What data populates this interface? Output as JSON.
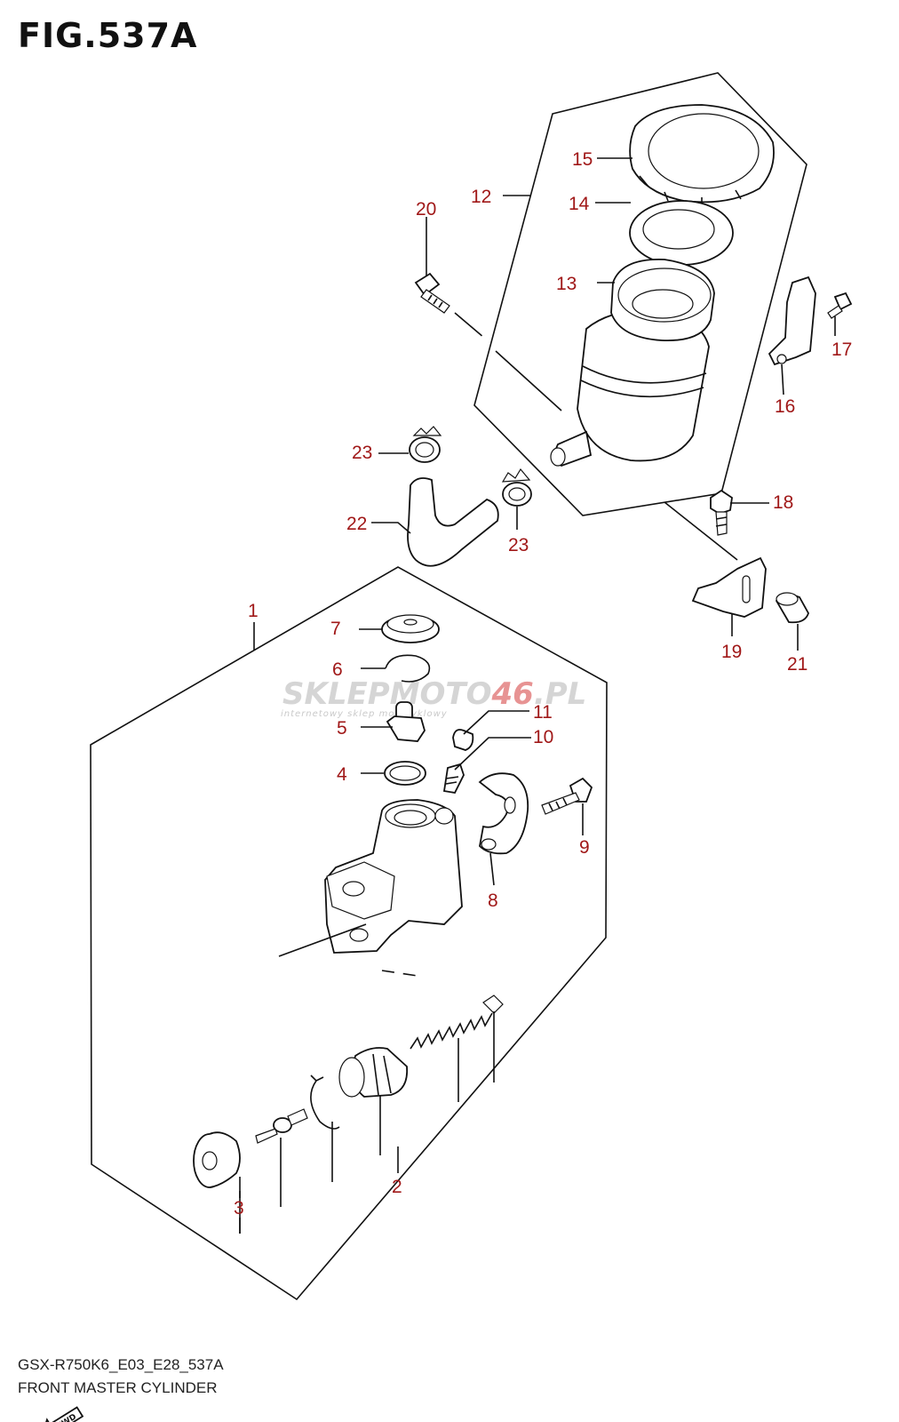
{
  "figure": {
    "title": "FIG.537A",
    "model_code": "GSX-R750K6_E03_E28_537A",
    "name": "FRONT MASTER CYLINDER"
  },
  "watermark": {
    "brand_part1": "SKLEP",
    "brand_part2": "MOTO",
    "brand_part3": "46",
    "brand_part4": ".PL",
    "tagline": "internetowy sklep motocyklowy"
  },
  "fwd_label": "FWD",
  "callouts": {
    "c1": "1",
    "c2": "2",
    "c3": "3",
    "c4": "4",
    "c5": "5",
    "c6": "6",
    "c7": "7",
    "c8": "8",
    "c9": "9",
    "c10": "10",
    "c11": "11",
    "c12": "12",
    "c13": "13",
    "c14": "14",
    "c15": "15",
    "c16": "16",
    "c17": "17",
    "c18": "18",
    "c19": "19",
    "c20": "20",
    "c21": "21",
    "c22": "22",
    "c23a": "23",
    "c23b": "23"
  },
  "colors": {
    "callout": "#a01818",
    "line": "#111111",
    "watermark_grey": "#c8c8c8",
    "watermark_red": "#e07070"
  }
}
